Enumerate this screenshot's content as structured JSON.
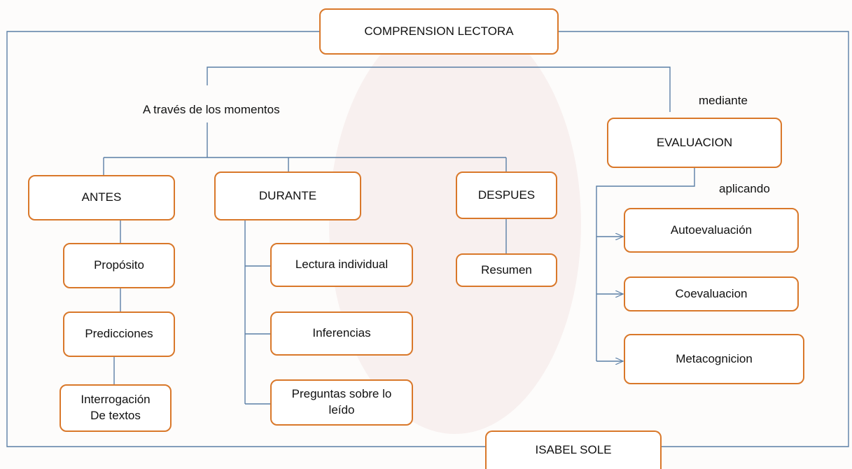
{
  "title": "COMPRENSION  LECTORA",
  "labels": {
    "moments": "A  través de los momentos",
    "mediante": "mediante",
    "aplicando": "aplicando"
  },
  "phases": {
    "antes": "ANTES",
    "durante": "DURANTE",
    "despues": "DESPUES",
    "evaluacion": "EVALUACION"
  },
  "antes_items": [
    "Propósito",
    "Predicciones",
    "Interrogación\nDe textos"
  ],
  "durante_items": [
    "Lectura individual",
    "Inferencias",
    "Preguntas sobre lo\nleído"
  ],
  "despues_items": [
    "Resumen"
  ],
  "evaluacion_items": [
    "Autoevaluación",
    "Coevaluacion",
    "Metacognicion"
  ],
  "author": "ISABEL SOLE",
  "colors": {
    "box_border": "#d9782a",
    "line": "#5b7fa6"
  }
}
